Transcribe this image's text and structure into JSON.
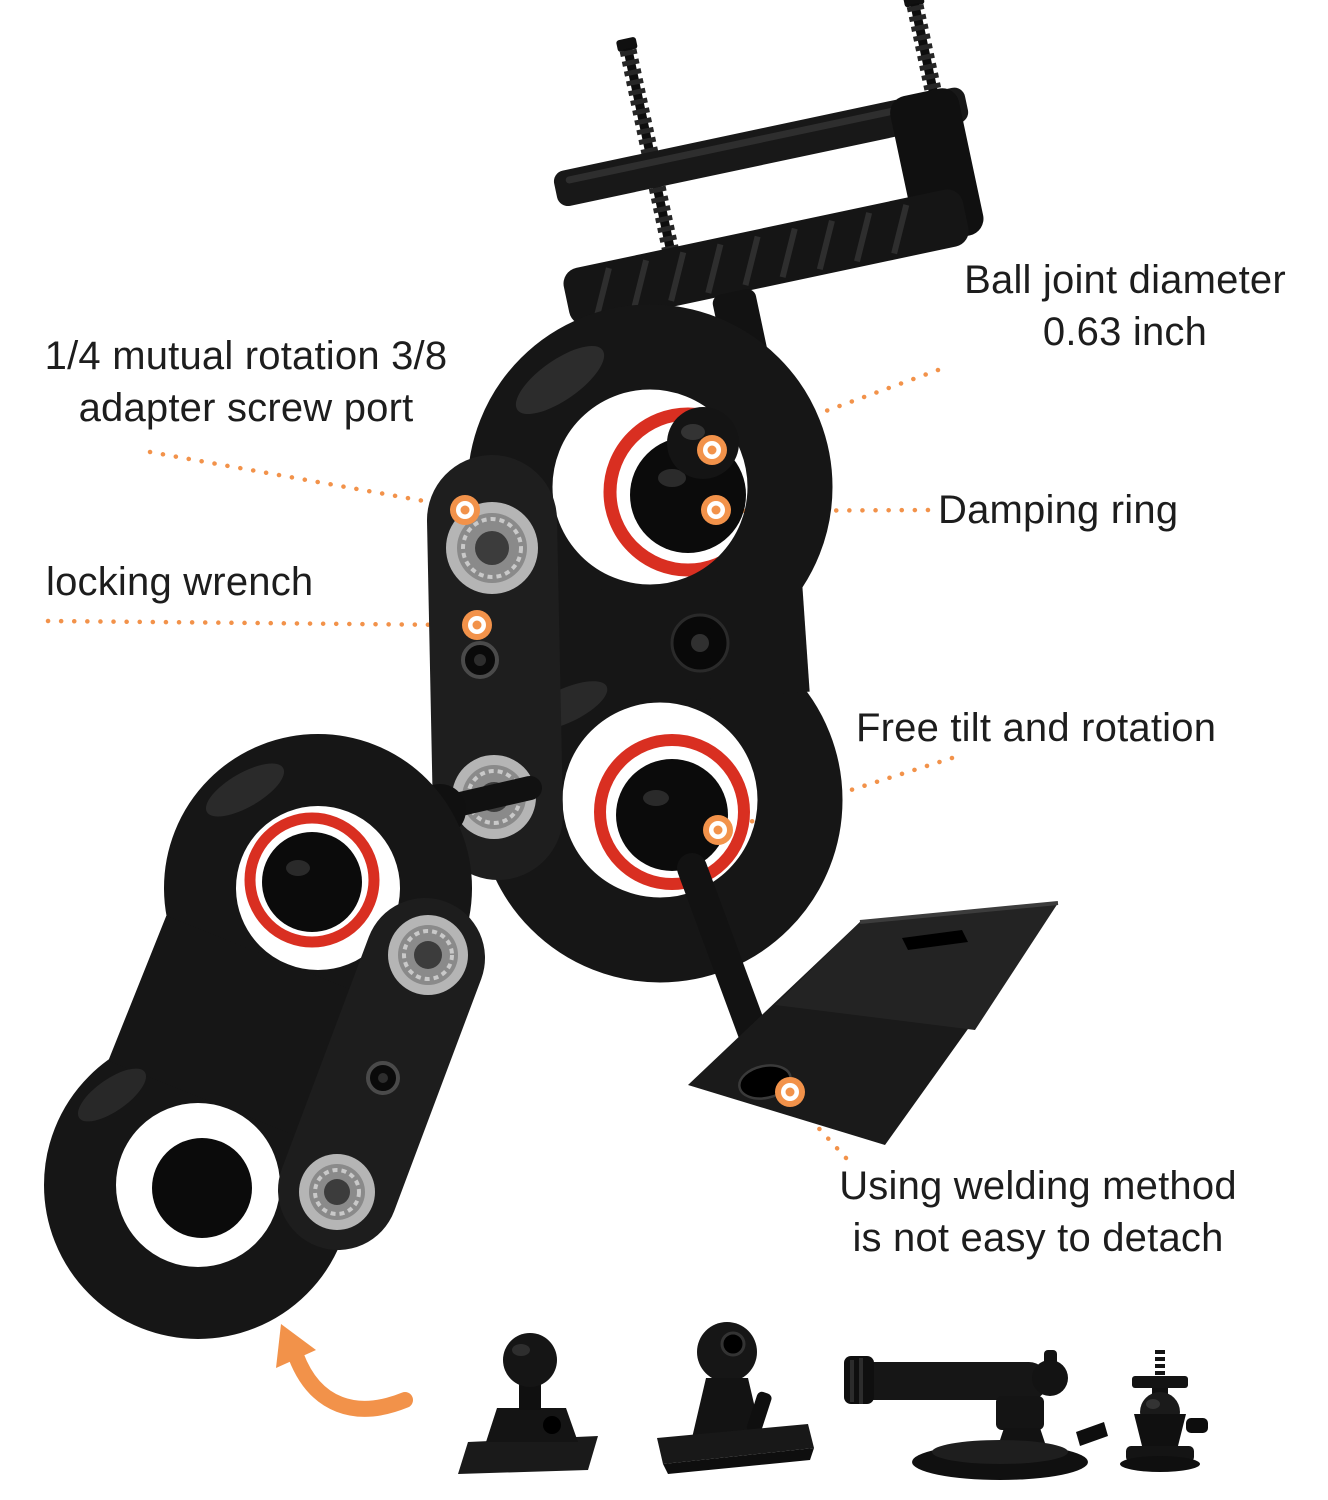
{
  "colors": {
    "accent_orange": "#F2924A",
    "damping_red": "#D92F21",
    "product_black": "#151515",
    "metal_silver": "#B5B5B5",
    "background": "#FFFFFF"
  },
  "annotations": {
    "adapter_screw_port": "1/4 mutual rotation 3/8\nadapter screw port",
    "locking_wrench": "locking wrench",
    "ball_joint_diameter": "Ball joint diameter\n0.63 inch",
    "damping_ring": "Damping ring",
    "free_tilt": "Free tilt and rotation",
    "welding_method": "Using welding method\nis not easy to detach"
  }
}
